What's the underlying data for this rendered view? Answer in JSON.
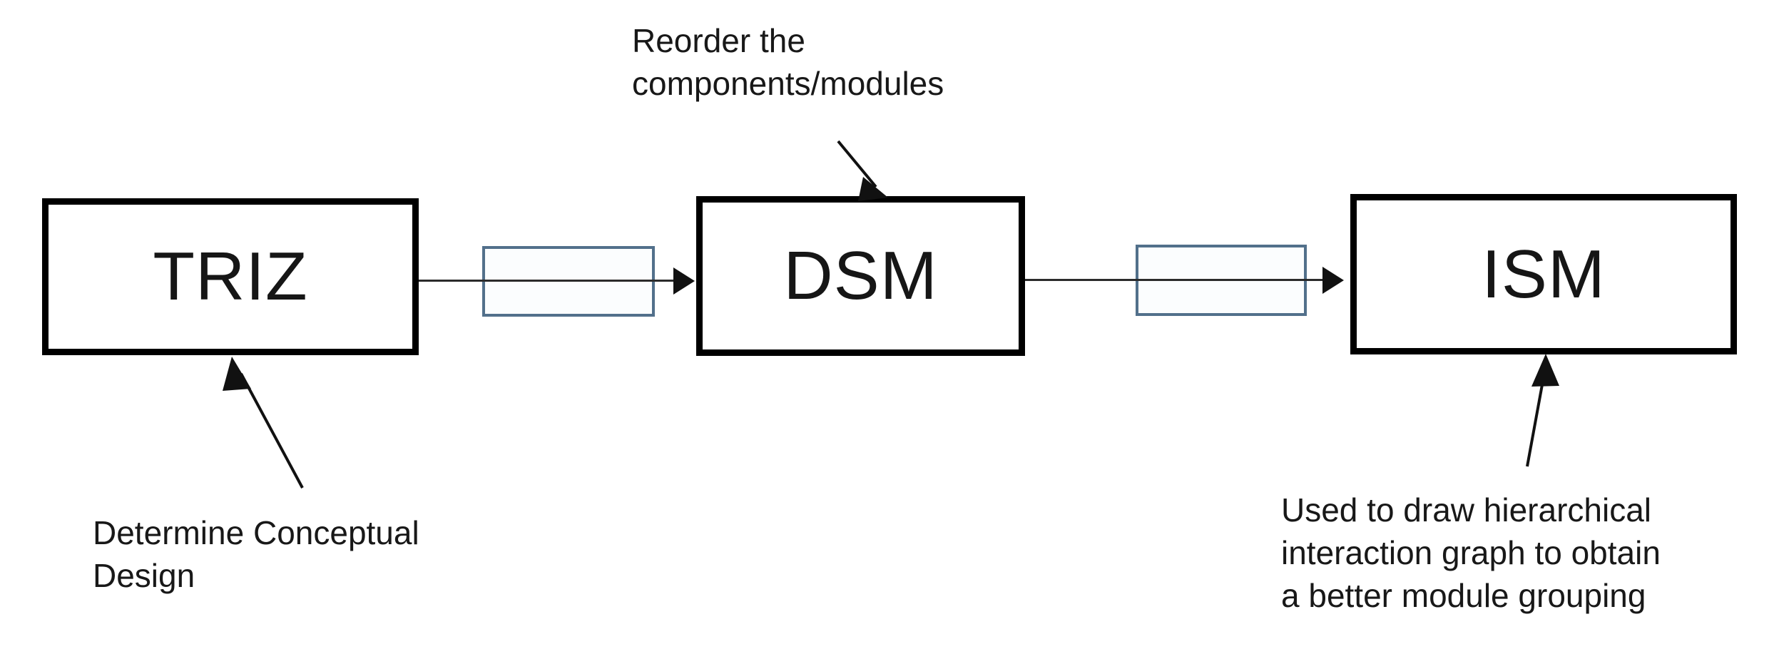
{
  "diagram": {
    "title": "TRIZ to DSM to ISM design method flow",
    "background_color": "#ffffff",
    "box_border_color": "#000000",
    "connector_color": "#2b2b2b",
    "accent_blue": "#52708b",
    "nodes": [
      {
        "id": "triz",
        "label": "TRIZ"
      },
      {
        "id": "dsm",
        "label": "DSM"
      },
      {
        "id": "ism",
        "label": "ISM"
      }
    ],
    "connector_rects": [
      {
        "id": "rect-1",
        "label": ""
      },
      {
        "id": "rect-2",
        "label": ""
      }
    ],
    "annotations": [
      {
        "id": "reorder",
        "text": "Reorder the\ncomponents/modules",
        "points_to": "dsm"
      },
      {
        "id": "triz-note",
        "text": "Determine Conceptual\nDesign",
        "points_to": "triz"
      },
      {
        "id": "ism-note",
        "text": "Used to draw hierarchical\ninteraction graph to obtain\na better module grouping",
        "points_to": "ism"
      }
    ]
  }
}
